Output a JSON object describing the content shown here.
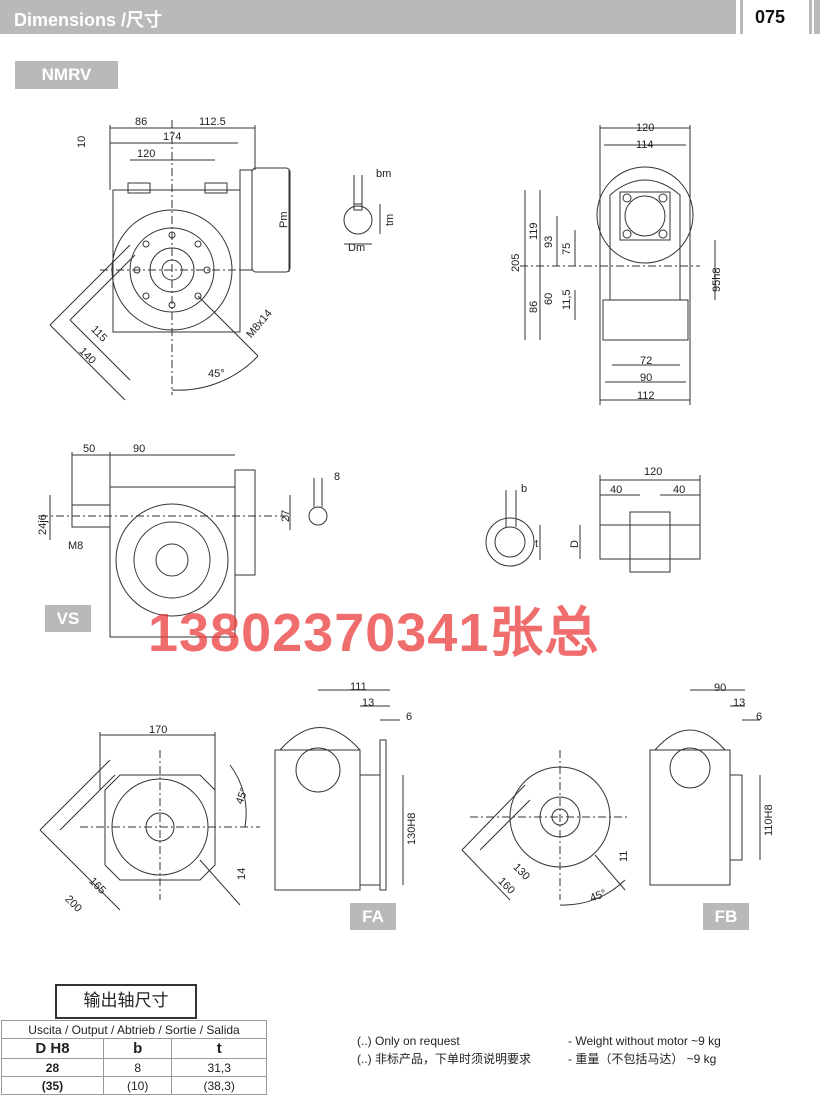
{
  "header": {
    "title": "Dimensions /尺寸",
    "size_code": "075"
  },
  "badges": {
    "nmrv": "NMRV",
    "vs": "VS",
    "fa": "FA",
    "fb": "FB"
  },
  "watermark": "13802370341张总",
  "dims": {
    "front": {
      "d86": "86",
      "d112_5": "112.5",
      "d174": "174",
      "d120": "120",
      "d10": "10",
      "pm": "Pm",
      "m8x14": "M8x14",
      "d115": "115",
      "d140": "140",
      "a45": "45°"
    },
    "key": {
      "bm": "bm",
      "tm": "tm",
      "dm": "Dm"
    },
    "side": {
      "d120": "120",
      "d114": "114",
      "d119": "119",
      "d205": "205",
      "d93": "93",
      "d75": "75",
      "d60": "60",
      "d11_5": "11,5",
      "d86": "86",
      "d95h8": "95h8",
      "d72": "72",
      "d90": "90",
      "d112": "112"
    },
    "vs": {
      "d50": "50",
      "d90": "90",
      "d24j6": "24j6",
      "m8": "M8",
      "d27": "27",
      "d8": "8"
    },
    "shaft": {
      "b": "b",
      "t": "t",
      "d120": "120",
      "d40a": "40",
      "d40b": "40",
      "D": "D"
    },
    "fa": {
      "d170": "170",
      "a45": "45°",
      "d165": "165",
      "d200": "200",
      "d14": "14",
      "d111": "111",
      "d13": "13",
      "d6": "6",
      "d130h8": "130H8"
    },
    "fb": {
      "d130": "130",
      "d160": "160",
      "d11": "11",
      "a45": "45°",
      "d90": "90",
      "d13": "13",
      "d6": "6",
      "d110h8": "110H8"
    }
  },
  "output_table": {
    "title": "输出轴尺寸",
    "caption": "Uscita / Output / Abtrieb / Sortie / Salida",
    "headers": [
      "D H8",
      "b",
      "t"
    ],
    "rows": [
      [
        "28",
        "8",
        "31,3"
      ],
      [
        "(35)",
        "(10)",
        "(38,3)"
      ]
    ]
  },
  "notes": {
    "request_en": "(..) Only on request",
    "request_cn": "(..) 非标产品，下单时须说明要求",
    "weight_en": "- Weight without motor ~9 kg",
    "weight_cn": "- 重量（不包括马达）  ~9 kg"
  }
}
